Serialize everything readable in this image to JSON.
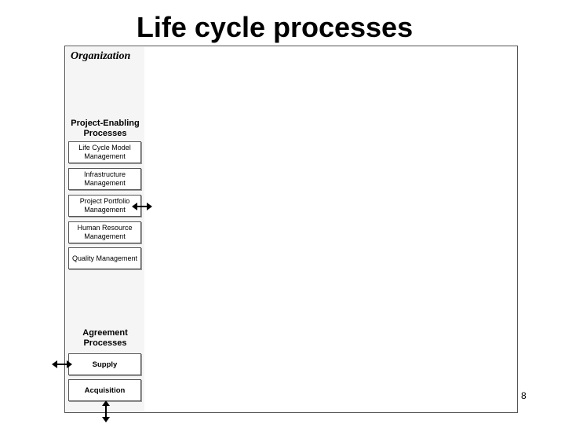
{
  "title": "Life cycle processes",
  "organization_label": "Organization",
  "project_enabling": {
    "heading": "Project-Enabling Processes",
    "items": [
      "Life Cycle Model Management",
      "Infrastructure Management",
      "Project Portfolio Management",
      "Human Resource Management",
      "Quality Management"
    ]
  },
  "agreement": {
    "heading": "Agreement Processes",
    "items": [
      "Supply",
      "Acquisition"
    ]
  },
  "page_number": "8"
}
